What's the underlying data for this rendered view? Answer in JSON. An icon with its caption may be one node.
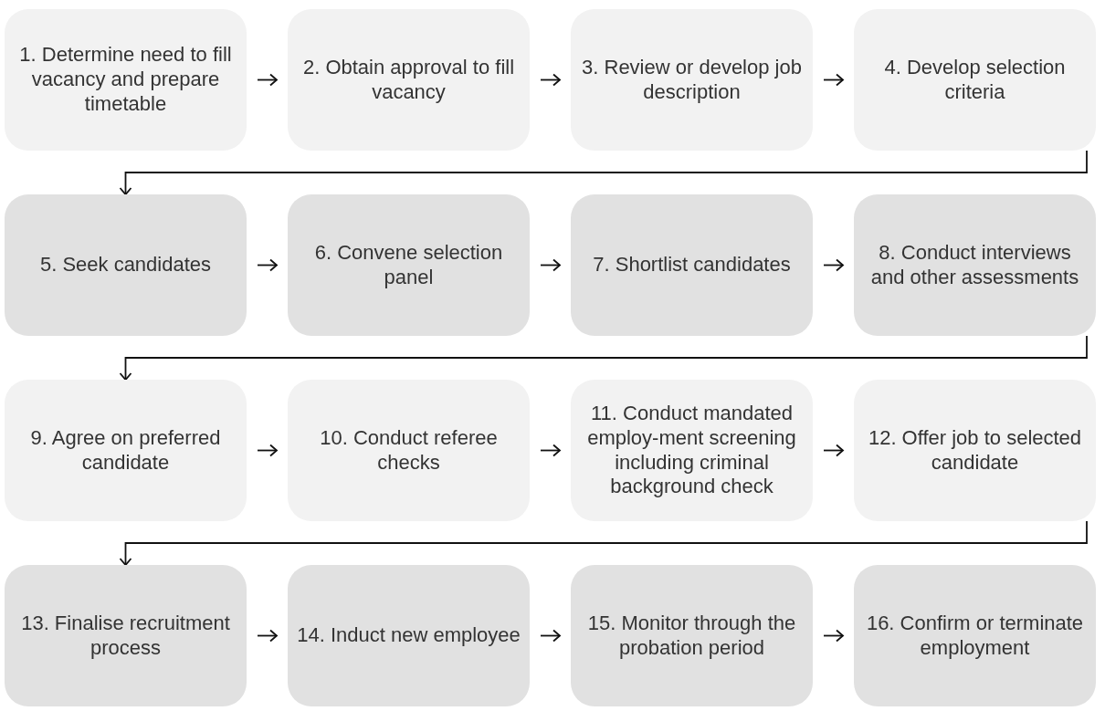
{
  "diagram": {
    "nodes": [
      {
        "text": [
          "1. Determine need to fill vacancy and prepare timetable"
        ]
      },
      {
        "text": [
          "2. Obtain approval to fill vacancy"
        ]
      },
      {
        "text": [
          "3. Review or develop job description"
        ]
      },
      {
        "text": [
          "4. Develop selection criteria"
        ]
      },
      {
        "text": [
          "5. Seek candidates"
        ]
      },
      {
        "text": [
          "6. Convene selection panel"
        ]
      },
      {
        "text": [
          "7. Shortlist candidates"
        ]
      },
      {
        "text": [
          "8. Conduct interviews and other assessments"
        ]
      },
      {
        "text": [
          "9. Agree on preferred candidate"
        ]
      },
      {
        "text": [
          "10. Conduct referee checks"
        ]
      },
      {
        "text": [
          "11. Conduct mandated employ-ment screening including criminal background check"
        ]
      },
      {
        "text": [
          "12. Offer job to selected candidate"
        ]
      },
      {
        "text": [
          "13. Finalise recruitment process"
        ]
      },
      {
        "text": [
          "14. Induct new employee"
        ]
      },
      {
        "text": [
          "15. Monitor through the probation period"
        ]
      },
      {
        "text": [
          "16. Confirm or terminate employment"
        ]
      }
    ],
    "edges": [
      {
        "from": 0,
        "to": 1,
        "arrow": "to"
      },
      {
        "from": 1,
        "to": 2,
        "arrow": "to"
      },
      {
        "from": 2,
        "to": 3,
        "arrow": "to"
      },
      {
        "from": 3,
        "to": 4,
        "arrow": "to"
      },
      {
        "from": 4,
        "to": 5,
        "arrow": "to"
      },
      {
        "from": 5,
        "to": 6,
        "arrow": "to"
      },
      {
        "from": 6,
        "to": 7,
        "arrow": "to"
      },
      {
        "from": 7,
        "to": 8,
        "arrow": "to"
      },
      {
        "from": 8,
        "to": 9,
        "arrow": "to"
      },
      {
        "from": 9,
        "to": 10,
        "arrow": "to"
      },
      {
        "from": 10,
        "to": 11,
        "arrow": "to"
      },
      {
        "from": 11,
        "to": 12,
        "arrow": "to"
      },
      {
        "from": 12,
        "to": 13,
        "arrow": "to"
      },
      {
        "from": 13,
        "to": 14,
        "arrow": "to"
      },
      {
        "from": 14,
        "to": 15,
        "arrow": "to"
      }
    ]
  }
}
